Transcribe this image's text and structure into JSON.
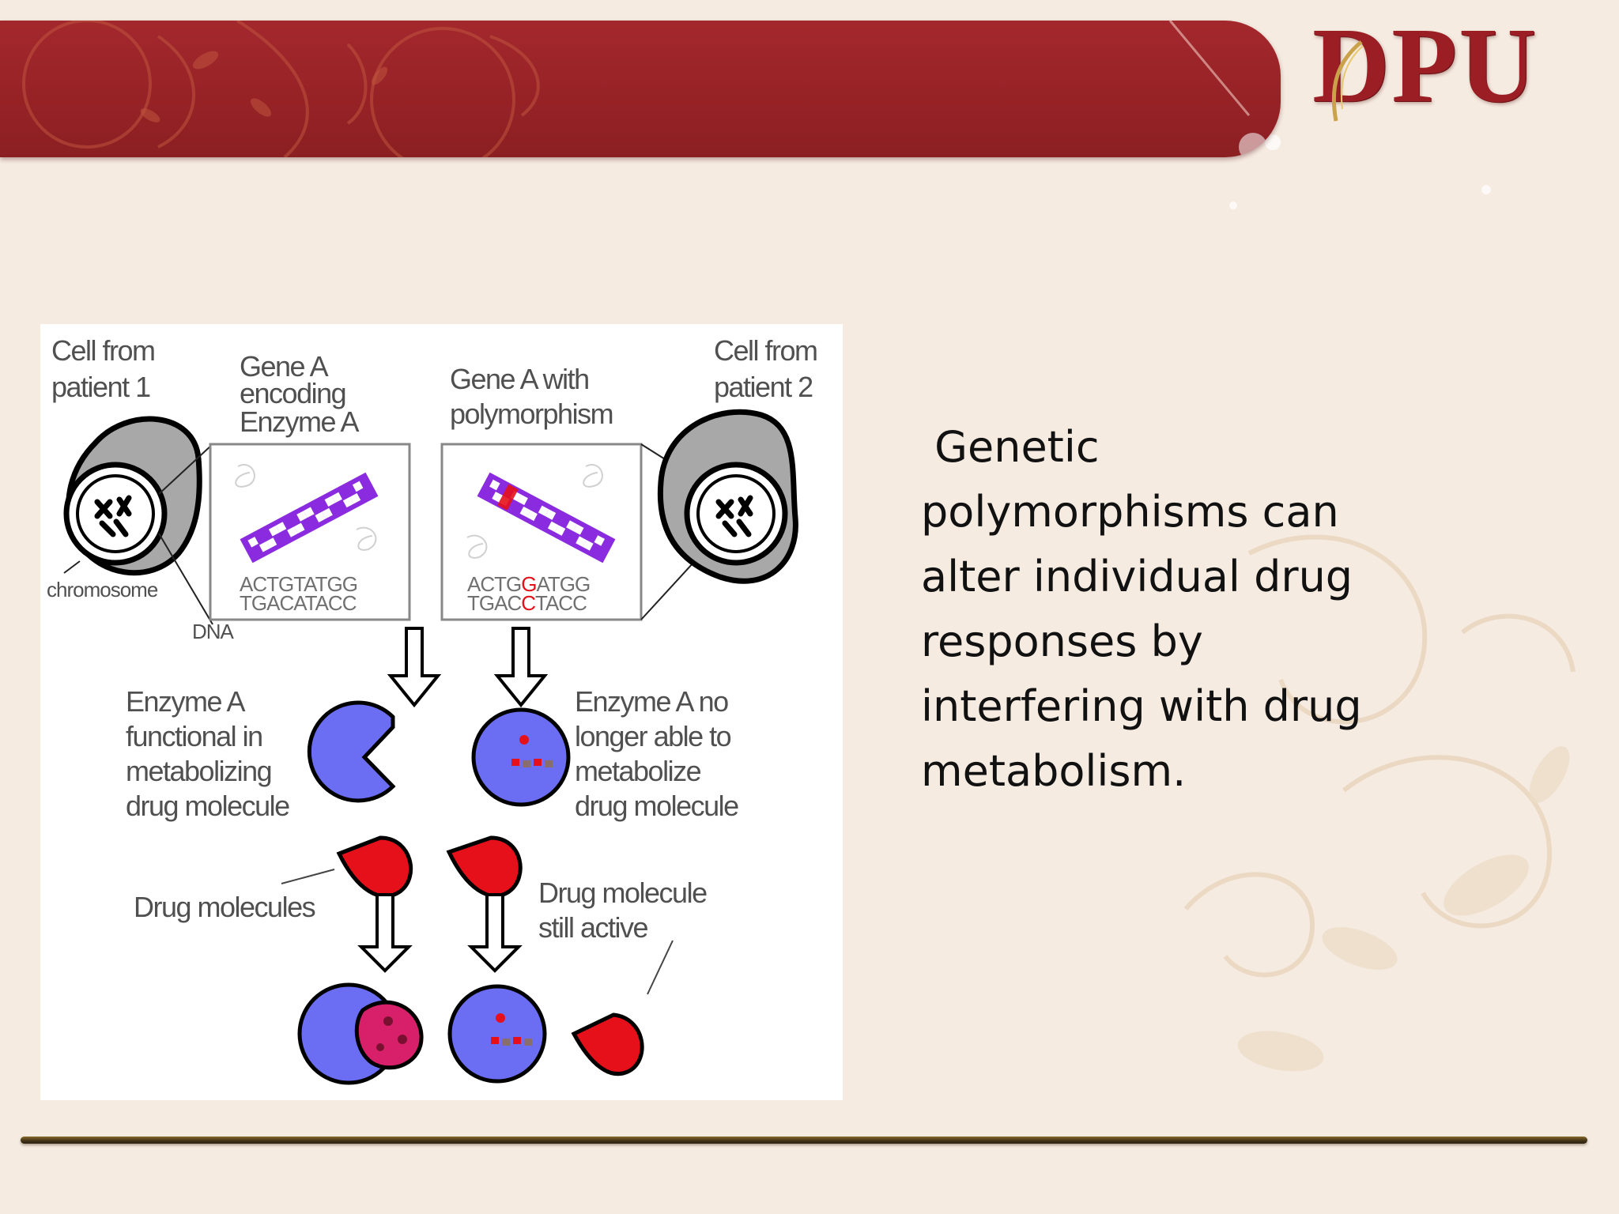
{
  "slide": {
    "logo_text": "DPU",
    "body_lines": [
      " Genetic",
      "polymorphisms can",
      "alter individual drug",
      "responses by",
      "interfering with drug",
      "metabolism."
    ]
  },
  "diagram": {
    "cell_patient_1": [
      "Cell from",
      "patient 1"
    ],
    "cell_patient_2": [
      "Cell from",
      "patient 2"
    ],
    "gene_a_label": [
      "Gene A",
      "encoding",
      "Enzyme A"
    ],
    "gene_a_poly_label": [
      "Gene A with",
      "polymorphism"
    ],
    "chromosome_label": "chromosome",
    "dna_label": "DNA",
    "seq_left_top": "ACTGTATGG",
    "seq_left_bottom": "TGACATACC",
    "seq_right_top": [
      "ACTG",
      "G",
      "ATGG"
    ],
    "seq_right_bottom": [
      "TGAC",
      "C",
      "TACC"
    ],
    "enzyme_functional_label": [
      "Enzyme A",
      "functional in",
      "metabolizing",
      "drug molecule"
    ],
    "enzyme_not_able_label": [
      "Enzyme A no",
      "longer able to",
      "metabolize",
      "drug molecule"
    ],
    "drug_molecules_label": "Drug molecules",
    "drug_still_active_label": [
      "Drug molecule",
      "still active"
    ],
    "colors": {
      "enzyme": "#6b6df2",
      "drug": "#e5101a",
      "dna_strand": "#8a2be0",
      "mutation": "#e5101a"
    }
  }
}
